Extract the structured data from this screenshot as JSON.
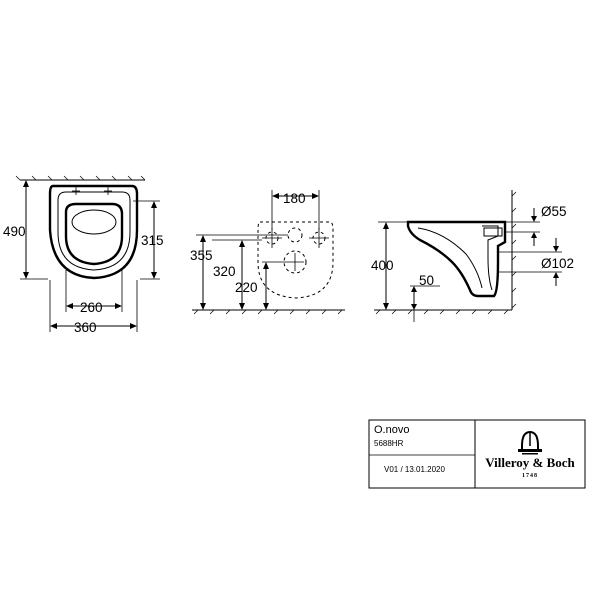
{
  "front_view": {
    "height": "490",
    "seat_depth": "315",
    "inner_width": "260",
    "overall_width": "360"
  },
  "mounting_view": {
    "bolt_spacing": "180",
    "upper_fixing_height": "355",
    "lower_fixing_height": "320",
    "center_height": "220"
  },
  "side_view": {
    "height": "400",
    "inlet_diameter": "Ø55",
    "outlet_diameter": "Ø102",
    "outlet_offset": "50"
  },
  "title_block": {
    "product_name": "O.novo",
    "article_number": "5688HR",
    "version": "V01 / 13.01.2020",
    "brand_name": "Villeroy & Boch",
    "brand_year": "1748"
  }
}
